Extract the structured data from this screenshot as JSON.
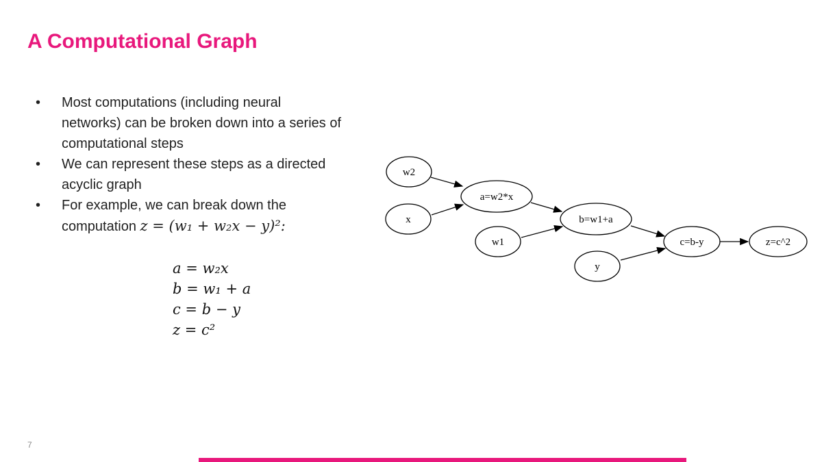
{
  "slide": {
    "title": "A Computational Graph",
    "page_number": "7",
    "accent_color": "#e8187c",
    "text_color": "#1f1f1f"
  },
  "bullets": [
    {
      "marker": "•",
      "lines": [
        "Most computations (including neural",
        "networks) can be broken down into a series of",
        "computational steps"
      ]
    },
    {
      "marker": "•",
      "lines": [
        "We can represent these steps as a directed",
        "acyclic graph"
      ]
    },
    {
      "marker": "•",
      "lines": [
        "For example, we can break down the"
      ],
      "inline_prefix": "computation ",
      "inline_math": "z = (w₁ + w₂x − y)²:"
    }
  ],
  "equations": {
    "lines": [
      "a = w₂x",
      "b = w₁ + a",
      "c = b − y",
      "z = c²"
    ]
  },
  "graph": {
    "nodes": [
      {
        "id": "w2",
        "label": "w2"
      },
      {
        "id": "x",
        "label": "x"
      },
      {
        "id": "a",
        "label": "a=w2*x"
      },
      {
        "id": "w1",
        "label": "w1"
      },
      {
        "id": "b",
        "label": "b=w1+a"
      },
      {
        "id": "y",
        "label": "y"
      },
      {
        "id": "c",
        "label": "c=b-y"
      },
      {
        "id": "z",
        "label": "z=c^2"
      }
    ],
    "edges": [
      {
        "from": "w2",
        "to": "a"
      },
      {
        "from": "x",
        "to": "a"
      },
      {
        "from": "a",
        "to": "b"
      },
      {
        "from": "w1",
        "to": "b"
      },
      {
        "from": "b",
        "to": "c"
      },
      {
        "from": "y",
        "to": "c"
      },
      {
        "from": "c",
        "to": "z"
      }
    ]
  }
}
